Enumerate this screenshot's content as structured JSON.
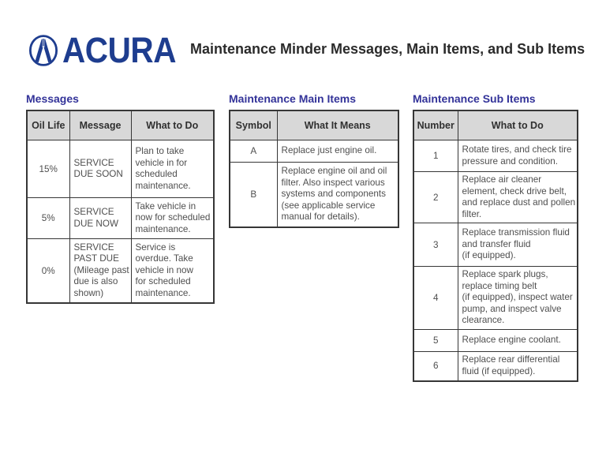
{
  "header": {
    "brand": "ACURA",
    "title": "Maintenance Minder Messages, Main Items, and Sub Items"
  },
  "colors": {
    "brand_navy": "#1e3d8f",
    "section_title_blue": "#333399",
    "table_header_gray": "#d8d8d8",
    "table_border": "#363636",
    "cell_text_gray": "#4f4f4f"
  },
  "messages": {
    "title": "Messages",
    "columns": [
      "Oil Life",
      "Message",
      "What to Do"
    ],
    "rows": [
      {
        "oil_life": "15%",
        "message": "SERVICE\nDUE SOON",
        "what_to_do": "Plan to take\nvehicle in for\nscheduled\nmaintenance."
      },
      {
        "oil_life": "5%",
        "message": "SERVICE\nDUE NOW",
        "what_to_do": "Take vehicle in\nnow for scheduled\nmaintenance."
      },
      {
        "oil_life": "0%",
        "message": "SERVICE\nPAST DUE\n(Mileage past\ndue is also\nshown)",
        "what_to_do": "Service is\noverdue.  Take\nvehicle in now\nfor scheduled\nmaintenance."
      }
    ]
  },
  "main_items": {
    "title": "Maintenance Main Items",
    "columns": [
      "Symbol",
      "What It Means"
    ],
    "rows": [
      {
        "symbol": "A",
        "meaning": "Replace just engine oil."
      },
      {
        "symbol": "B",
        "meaning": "Replace engine oil and oil\nfilter.  Also inspect various\nsystems and components\n(see applicable service\nmanual for details)."
      }
    ]
  },
  "sub_items": {
    "title": "Maintenance Sub Items",
    "columns": [
      "Number",
      "What to Do"
    ],
    "rows": [
      {
        "number": "1",
        "what_to_do": "Rotate tires, and check tire\npressure and condition."
      },
      {
        "number": "2",
        "what_to_do": "Replace air cleaner\nelement, check drive belt,\nand replace dust and pollen\nfilter."
      },
      {
        "number": "3",
        "what_to_do": "Replace transmission fluid\nand transfer fluid\n(if equipped)."
      },
      {
        "number": "4",
        "what_to_do": "Replace spark plugs,\nreplace timing belt\n(if equipped), inspect water\npump, and inspect valve\nclearance."
      },
      {
        "number": "5",
        "what_to_do": "Replace engine coolant."
      },
      {
        "number": "6",
        "what_to_do": "Replace rear differential\nfluid (if equipped)."
      }
    ]
  }
}
